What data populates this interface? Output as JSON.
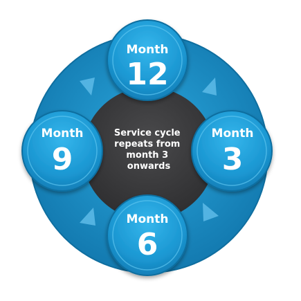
{
  "center": {
    "lines": [
      "Service cycle",
      "repeats from",
      "month 3",
      "onwards"
    ]
  },
  "nodes": {
    "top": {
      "label": "Month",
      "number": "12"
    },
    "right": {
      "label": "Month",
      "number": "3"
    },
    "bottom": {
      "label": "Month",
      "number": "6"
    },
    "left": {
      "label": "Month",
      "number": "9"
    }
  },
  "colors": {
    "ring": "#1d8cc0",
    "node": "#1c9fd8",
    "center": "#3b3b3d",
    "arrow": "#5ab8e6"
  }
}
